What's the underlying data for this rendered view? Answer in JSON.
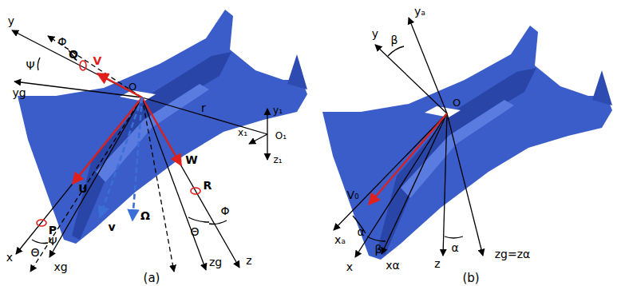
{
  "diagram": {
    "labels": [
      "y",
      "Φ",
      "Ψ",
      "Q",
      "V",
      "yg",
      "O",
      "r",
      "y₁",
      "x₁",
      "z₁",
      "O₁",
      "W",
      "R",
      "Θ",
      "Φ",
      "z",
      "zg",
      "Ω",
      "v",
      "U",
      "P",
      "x",
      "Θ",
      "Ψ",
      "xg",
      "(a)",
      "β",
      "yₐ",
      "y",
      "O",
      "V₀",
      "xₐ",
      "α",
      "β",
      "x",
      "xα",
      "z",
      "α",
      "zg=zα",
      "(b)"
    ]
  }
}
